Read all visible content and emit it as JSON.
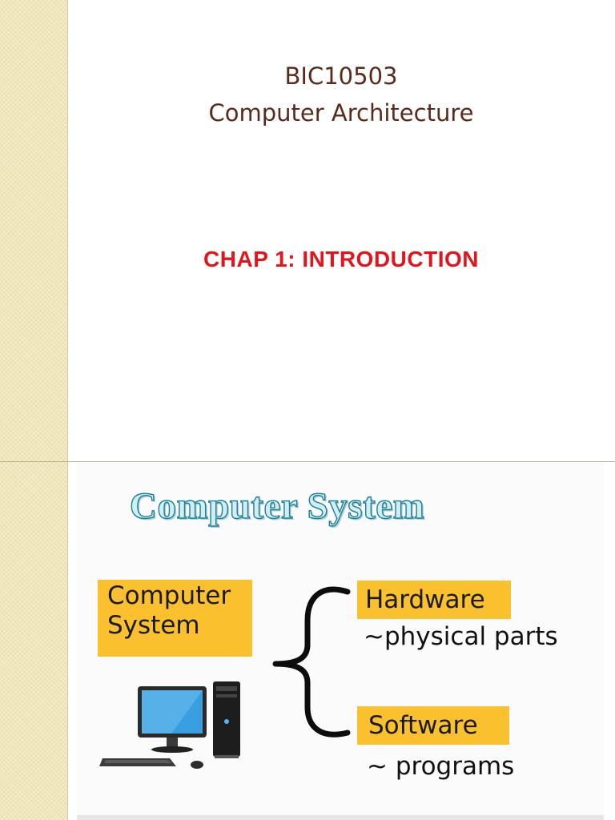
{
  "slide1": {
    "course_code": "BIC10503",
    "course_name": "Computer Architecture",
    "chapter": "CHAP 1: INTRODUCTION"
  },
  "slide2": {
    "title": "Computer System",
    "root_label_line1": "Computer",
    "root_label_line2": "System",
    "hardware_label": "Hardware",
    "hardware_desc": "~physical parts",
    "software_label": "Software",
    "software_desc": "~ programs",
    "icons": [
      "desktop-computer-icon",
      "curly-brace-icon"
    ],
    "colors": {
      "tag": "#fbc02d",
      "chapter": "#e3141c",
      "course": "#5a2a1a",
      "title_stroke": "#1f7f97"
    }
  }
}
